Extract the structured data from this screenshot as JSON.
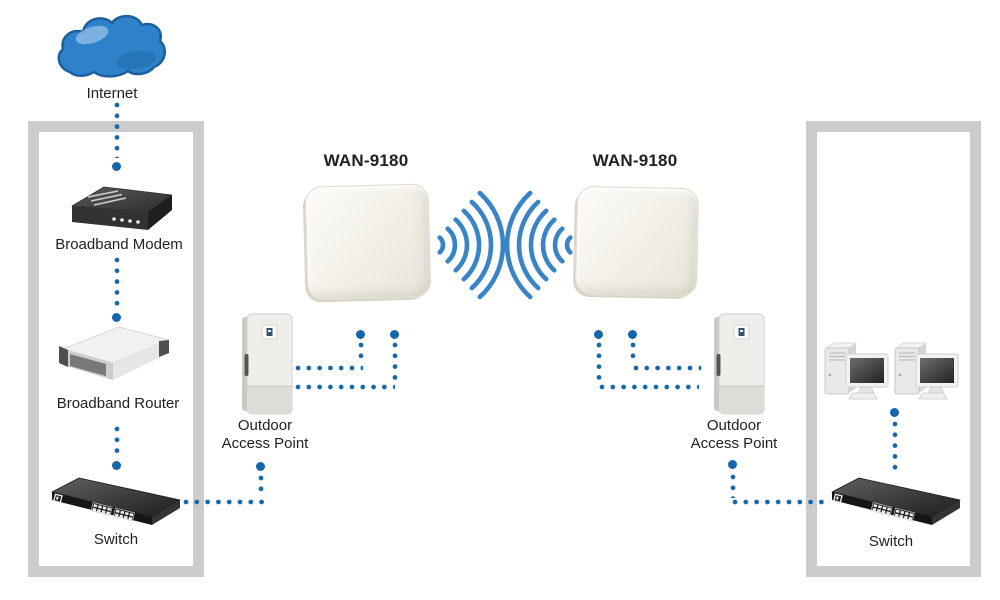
{
  "colors": {
    "dot_blue": "#1566ab",
    "wave_blue": "#3884c6",
    "frame_gray": "#cccccc",
    "text": "#232021",
    "cloud_blue": "#2e82cb"
  },
  "nodes": {
    "internet": {
      "label": "Internet"
    },
    "broadband_modem": {
      "label": "Broadband Modem"
    },
    "broadband_router": {
      "label": "Broadband Router"
    },
    "switch_left": {
      "label": "Switch"
    },
    "outdoor_ap_left": {
      "label": "Outdoor Access Point"
    },
    "wan9180_left": {
      "label": "WAN-9180"
    },
    "wan9180_right": {
      "label": "WAN-9180"
    },
    "outdoor_ap_right": {
      "label": "Outdoor Access Point"
    },
    "switch_right": {
      "label": "Switch"
    },
    "workstations": {
      "count": 2
    }
  },
  "connections": [
    {
      "from": "internet",
      "to": "broadband_modem",
      "style": "dotted"
    },
    {
      "from": "broadband_modem",
      "to": "broadband_router",
      "style": "dotted"
    },
    {
      "from": "broadband_router",
      "to": "switch_left",
      "style": "dotted"
    },
    {
      "from": "switch_left",
      "to": "outdoor_ap_left",
      "style": "dotted"
    },
    {
      "from": "outdoor_ap_left",
      "to": "wan9180_left",
      "style": "dotted",
      "cables": 2
    },
    {
      "from": "wan9180_left",
      "to": "wan9180_right",
      "style": "wireless"
    },
    {
      "from": "wan9180_right",
      "to": "outdoor_ap_right",
      "style": "dotted",
      "cables": 2
    },
    {
      "from": "outdoor_ap_right",
      "to": "switch_right",
      "style": "dotted"
    },
    {
      "from": "workstations",
      "to": "switch_right",
      "style": "dotted"
    }
  ]
}
